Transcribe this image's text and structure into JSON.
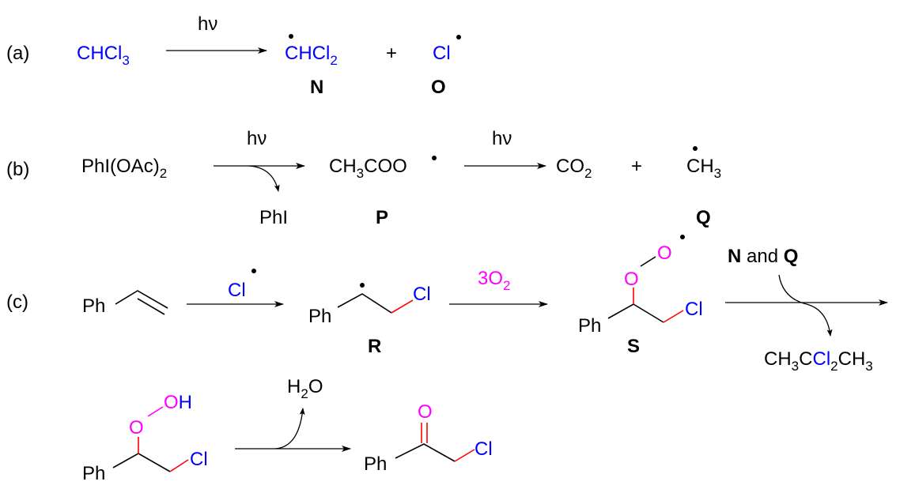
{
  "parts": {
    "a": "(a)",
    "b": "(b)",
    "c": "(c)"
  },
  "colors": {
    "chlorine": "#0000ff",
    "oxygen": "#ff00ff",
    "bond_highlight": "#ff0000"
  },
  "reaction_a": {
    "condition": "hν",
    "reactant": {
      "main": "CHCl",
      "sub": "3"
    },
    "product1": {
      "main": "CHCl",
      "sub": "2",
      "label": "N"
    },
    "plus": "+",
    "product2": {
      "main": "Cl",
      "label": "O"
    }
  },
  "reaction_b": {
    "reactant": {
      "main": "PhI(OAc)",
      "sub": "2"
    },
    "condition1": "hν",
    "byproduct": "PhI",
    "intermediate": {
      "pre": "CH",
      "sub": "3",
      "post": "COO",
      "label": "P"
    },
    "condition2": "hν",
    "product1": {
      "main": "CO",
      "sub": "2"
    },
    "plus": "+",
    "product2": {
      "main": "CH",
      "sub": "3",
      "label": "Q"
    }
  },
  "reaction_c": {
    "styrene": {
      "ph": "Ph"
    },
    "reagent1": "Cl",
    "R": {
      "ph": "Ph",
      "cl": "Cl",
      "label": "R"
    },
    "reagent2": {
      "main": "3O",
      "sub": "2"
    },
    "S": {
      "ph": "Ph",
      "o1": "O",
      "o2": "O",
      "cl": "Cl",
      "label": "S"
    },
    "reagent3": {
      "n": "N",
      "and": " and ",
      "q": "Q"
    },
    "byproduct": {
      "p1": "CH",
      "s1": "3",
      "p2": "C",
      "cl": "Cl",
      "s2": "2",
      "p3": "CH",
      "s3": "3"
    },
    "hydroperoxide": {
      "ph": "Ph",
      "o": "O",
      "oh_o": "O",
      "oh_h": "H",
      "cl": "Cl"
    },
    "water": {
      "h": "H",
      "sub": "2",
      "o": "O"
    },
    "product": {
      "ph": "Ph",
      "o": "O",
      "cl": "Cl"
    }
  }
}
